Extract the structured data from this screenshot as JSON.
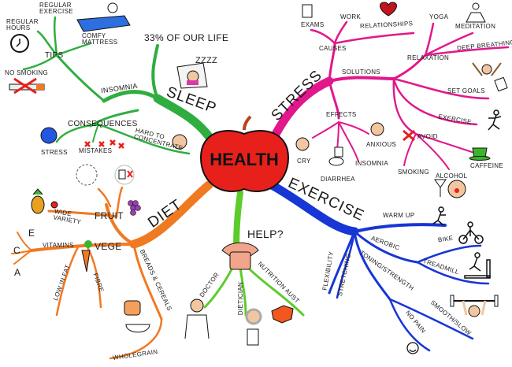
{
  "center": {
    "label": "HEALTH",
    "color": "#e8201c"
  },
  "colors": {
    "sleep": "#2fae3f",
    "stress": "#e2178c",
    "diet": "#f07a22",
    "exercise": "#1736d6",
    "help": "#5ccc2a",
    "ink": "#1a1a1a",
    "cross": "#e8201c"
  },
  "branches": {
    "sleep": {
      "label": "SLEEP",
      "note": "33% OF OUR LIFE",
      "zzz": "ZZZZ",
      "insomnia": {
        "label": "INSOMNIA",
        "tips": {
          "label": "TIPS",
          "items": [
            "REGULAR EXERCISE",
            "REGULAR HOURS",
            "COMFY MATTRESS",
            "NO SMOKING"
          ]
        }
      },
      "consequences": {
        "label": "CONSEQUENCES",
        "items": [
          "STRESS",
          "MISTAKES",
          "HARD TO CONCENTRATE"
        ]
      }
    },
    "stress": {
      "label": "STRESS",
      "causes": {
        "label": "CAUSES",
        "items": [
          "EXAMS",
          "WORK",
          "RELATIONSHIPS"
        ]
      },
      "solutions": {
        "label": "SOLUTIONS",
        "relaxation": {
          "label": "RELAXATION",
          "items": [
            "YOGA",
            "MEDITATION",
            "DEEP BREATHING"
          ]
        },
        "items": [
          "SET GOALS",
          "EXERCISE"
        ],
        "avoid": {
          "label": "AVOID",
          "items": [
            "SMOKING",
            "ALCOHOL",
            "CAFFEINE"
          ]
        }
      },
      "effects": {
        "label": "EFFECTS",
        "items": [
          "CRY",
          "DIARRHEA",
          "INSOMNIA",
          "ANXIOUS"
        ]
      }
    },
    "diet": {
      "label": "DIET",
      "fruit": {
        "label": "FRUIT",
        "items": [
          "WIDE VARIETY"
        ]
      },
      "vege": {
        "label": "VEGE",
        "items": [
          "VITAMINS",
          "LOW IN FAT",
          "FIBRE"
        ],
        "vitamins": [
          "E",
          "C",
          "A"
        ]
      },
      "breads": {
        "label": "BREADS & CEREALS",
        "items": [
          "WHOLEGRAIN"
        ]
      }
    },
    "exercise": {
      "label": "EXERCISE",
      "items": [
        "WARM UP",
        "FLEXIBILITY",
        "STRETCHING"
      ],
      "aerobic": {
        "label": "AEROBIC",
        "items": [
          "BIKE",
          "TREADMILL"
        ]
      },
      "toning": {
        "label": "TONING/STRENGTH",
        "items": [
          "SMOOTH/SLOW",
          "NO PAIN"
        ]
      }
    },
    "help": {
      "label": "HELP?",
      "items": [
        "DOCTOR",
        "DIETICIAN",
        "NUTRITION AUST"
      ]
    }
  }
}
